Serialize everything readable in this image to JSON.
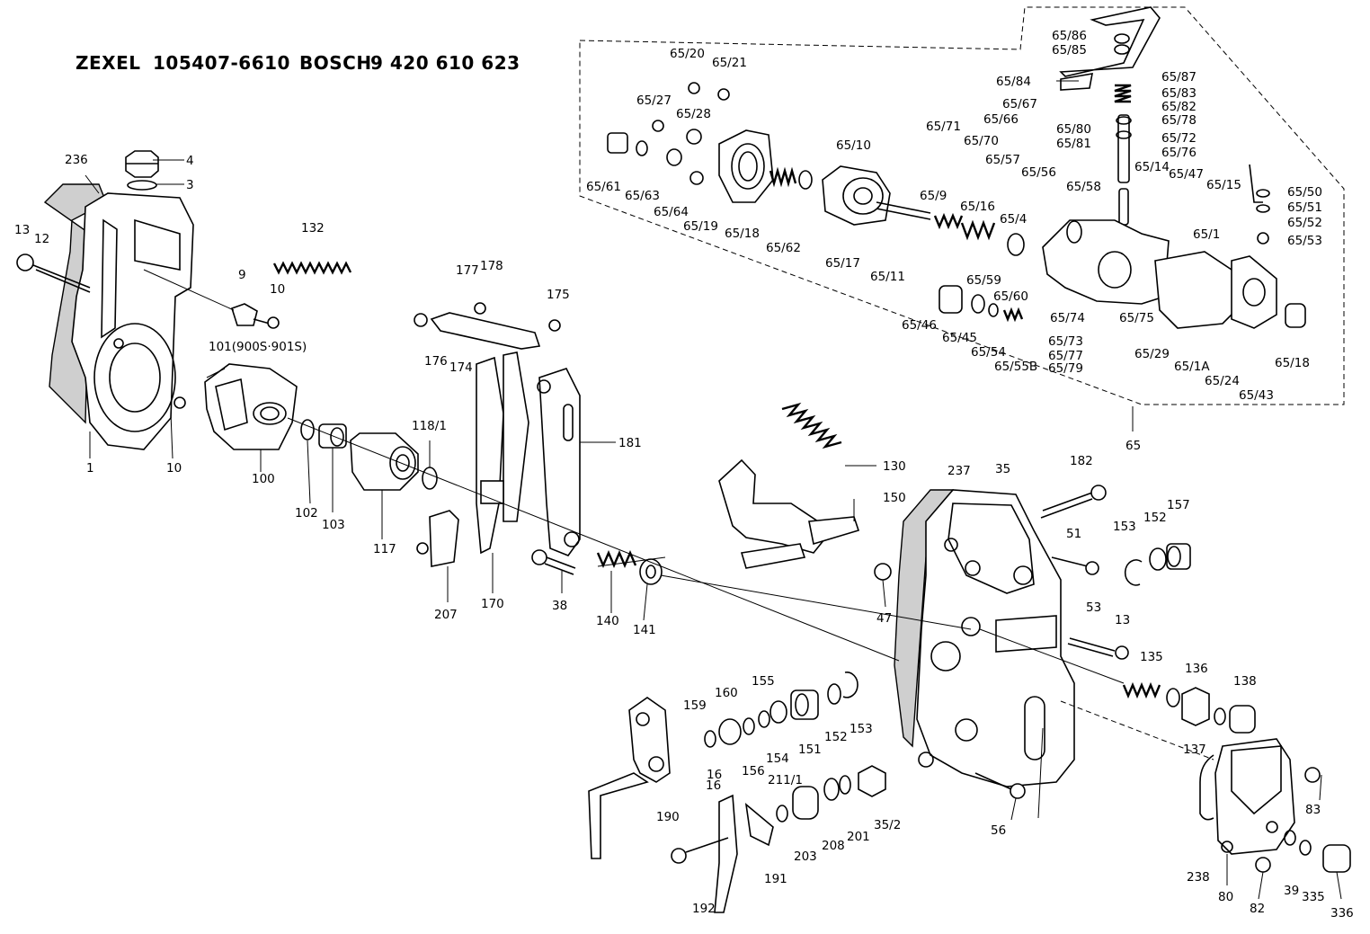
{
  "header": {
    "maker1": "ZEXEL",
    "part1": "105407-6610",
    "maker2": "BOSCH",
    "part2": "9 420 610 623"
  },
  "labels": [
    "4",
    "3",
    "236",
    "13",
    "12",
    "132",
    "9",
    "10",
    "101(900S·901S)",
    "10",
    "1",
    "100",
    "102",
    "103",
    "117",
    "118/1",
    "177",
    "178",
    "175",
    "176",
    "174",
    "181",
    "170",
    "207",
    "38",
    "140",
    "141",
    "130",
    "150",
    "237",
    "35",
    "182",
    "51",
    "153",
    "152",
    "157",
    "47",
    "53",
    "13",
    "135",
    "136",
    "138",
    "137",
    "159",
    "160",
    "155",
    "154",
    "151",
    "152",
    "153",
    "16",
    "156",
    "190",
    "211/1",
    "16",
    "191",
    "192",
    "203",
    "208",
    "201",
    "35/2",
    "56",
    "83",
    "238",
    "80",
    "82",
    "39",
    "335",
    "336",
    "65/86",
    "65/85",
    "65/84",
    "65/87",
    "65/83",
    "65/82",
    "65/78",
    "65/72",
    "65/76",
    "65/80",
    "65/81",
    "65/20",
    "65/21",
    "65/27",
    "65/28",
    "65/61",
    "65/63",
    "65/64",
    "65/19",
    "65/18",
    "65/62",
    "65/10",
    "65/17",
    "65/11",
    "65/71",
    "65/70",
    "65/66",
    "65/67",
    "65/57",
    "65/56",
    "65/58",
    "65/14",
    "65/47",
    "65/15",
    "65/50",
    "65/51",
    "65/52",
    "65/53",
    "65/9",
    "65/16",
    "65/4",
    "65/1",
    "65/59",
    "65/60",
    "65/46",
    "65/45",
    "65/54",
    "65/55B",
    "65/74",
    "65/75",
    "65/73",
    "65/77",
    "65/79",
    "65/29",
    "65/1A",
    "65/24",
    "65/18",
    "65/43",
    "65"
  ]
}
